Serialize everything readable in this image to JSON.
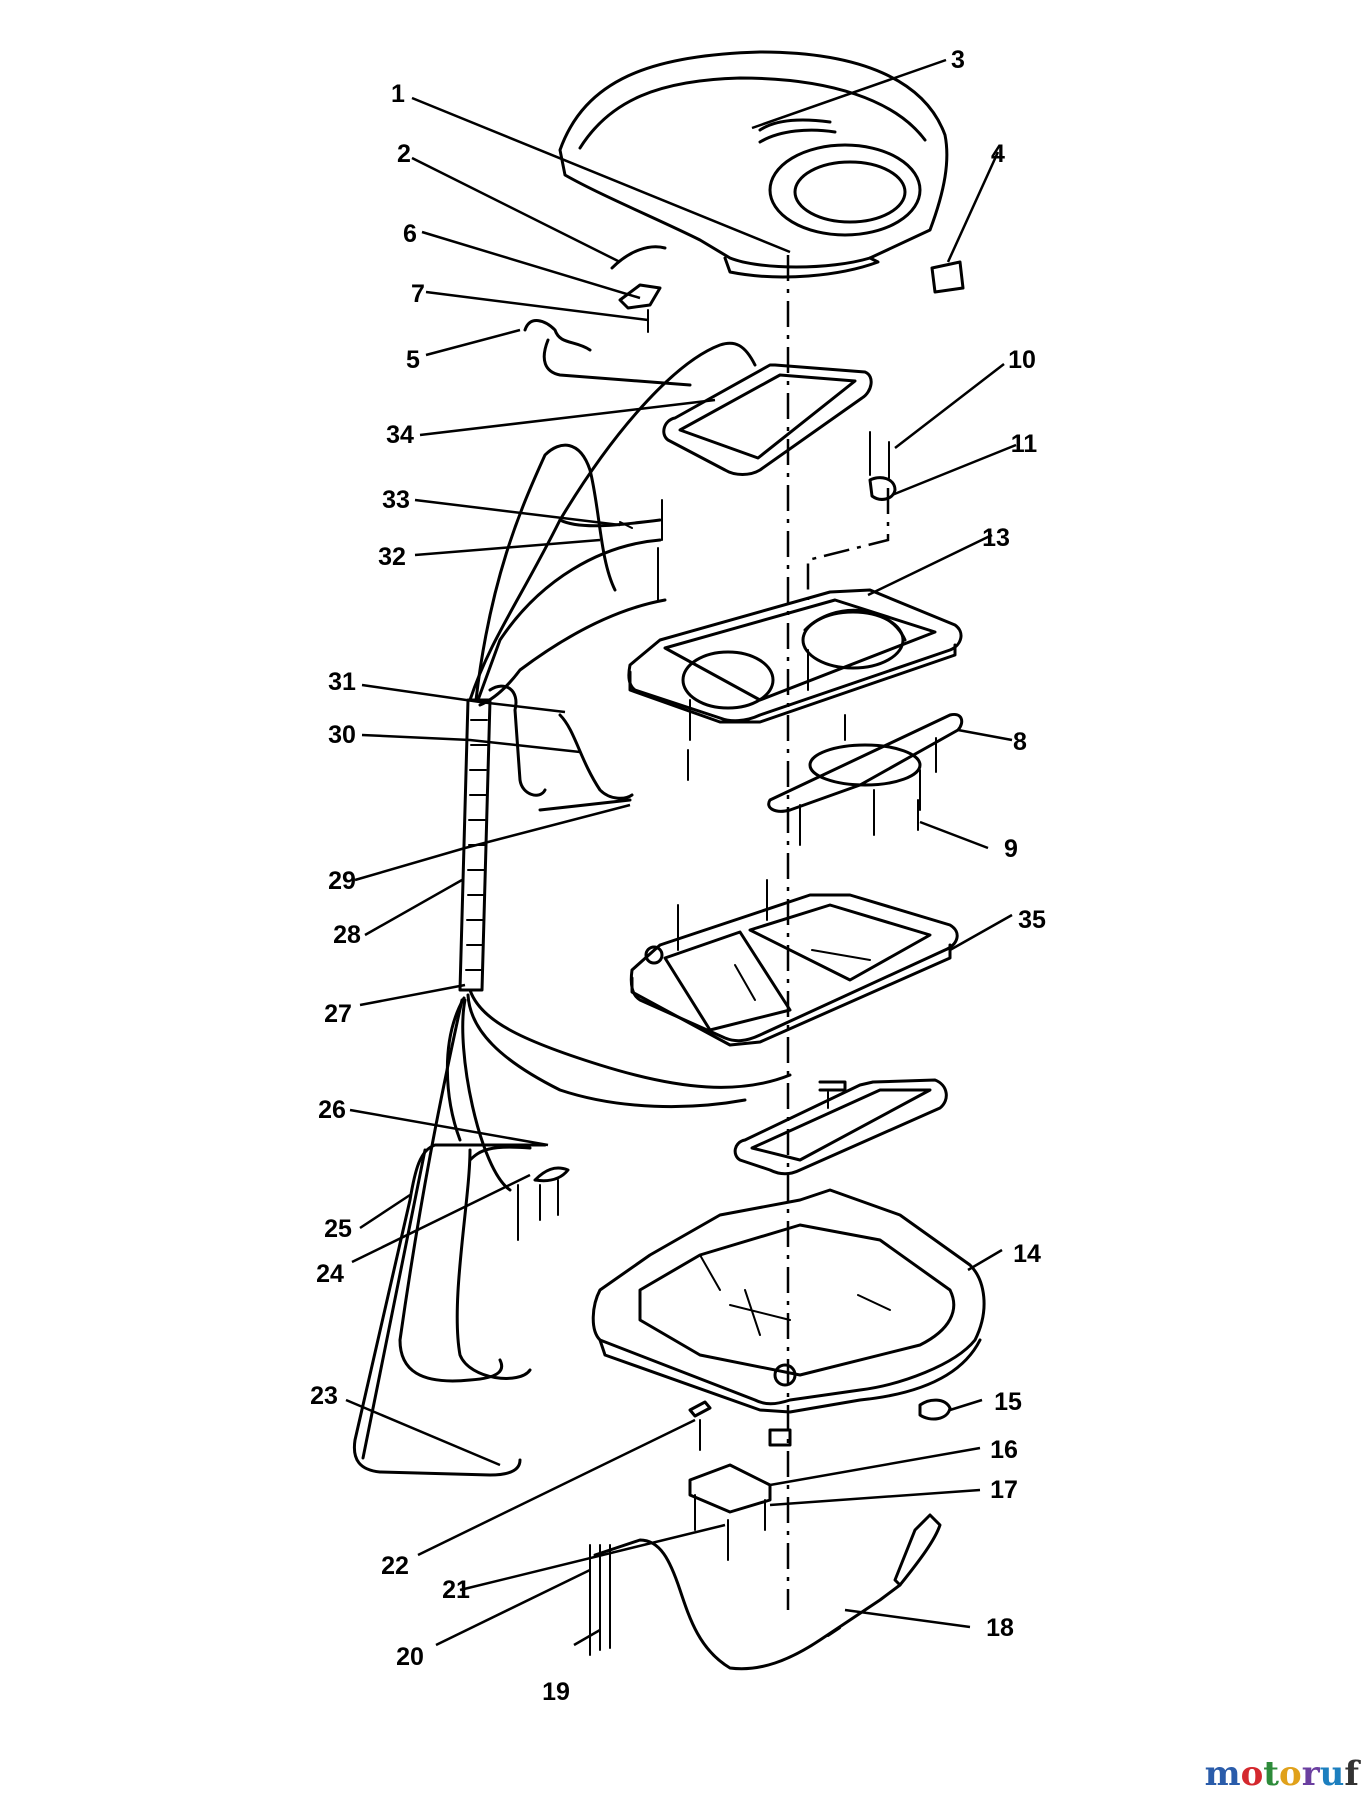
{
  "diagram": {
    "callouts": [
      {
        "id": "1",
        "label": "1"
      },
      {
        "id": "2",
        "label": "2"
      },
      {
        "id": "3",
        "label": "3"
      },
      {
        "id": "4",
        "label": "4"
      },
      {
        "id": "5",
        "label": "5"
      },
      {
        "id": "6",
        "label": "6"
      },
      {
        "id": "7",
        "label": "7"
      },
      {
        "id": "8",
        "label": "8"
      },
      {
        "id": "9",
        "label": "9"
      },
      {
        "id": "10",
        "label": "10"
      },
      {
        "id": "11",
        "label": "11"
      },
      {
        "id": "13",
        "label": "13"
      },
      {
        "id": "14",
        "label": "14"
      },
      {
        "id": "15",
        "label": "15"
      },
      {
        "id": "16",
        "label": "16"
      },
      {
        "id": "17",
        "label": "17"
      },
      {
        "id": "18",
        "label": "18"
      },
      {
        "id": "19",
        "label": "19"
      },
      {
        "id": "20",
        "label": "20"
      },
      {
        "id": "21",
        "label": "21"
      },
      {
        "id": "22",
        "label": "22"
      },
      {
        "id": "23",
        "label": "23"
      },
      {
        "id": "24",
        "label": "24"
      },
      {
        "id": "25",
        "label": "25"
      },
      {
        "id": "26",
        "label": "26"
      },
      {
        "id": "27",
        "label": "27"
      },
      {
        "id": "28",
        "label": "28"
      },
      {
        "id": "29",
        "label": "29"
      },
      {
        "id": "30",
        "label": "30"
      },
      {
        "id": "31",
        "label": "31"
      },
      {
        "id": "32",
        "label": "32"
      },
      {
        "id": "33",
        "label": "33"
      },
      {
        "id": "34",
        "label": "34"
      },
      {
        "id": "35",
        "label": "35"
      }
    ]
  },
  "watermark": {
    "text": "motoruf",
    "letters": [
      "m",
      "o",
      "t",
      "o",
      "r",
      "u",
      "f"
    ],
    "colors": [
      "#2a5caa",
      "#d4282e",
      "#2e8b3a",
      "#e0a11b",
      "#6b3fa0",
      "#1c7fbf",
      "#333333"
    ]
  }
}
